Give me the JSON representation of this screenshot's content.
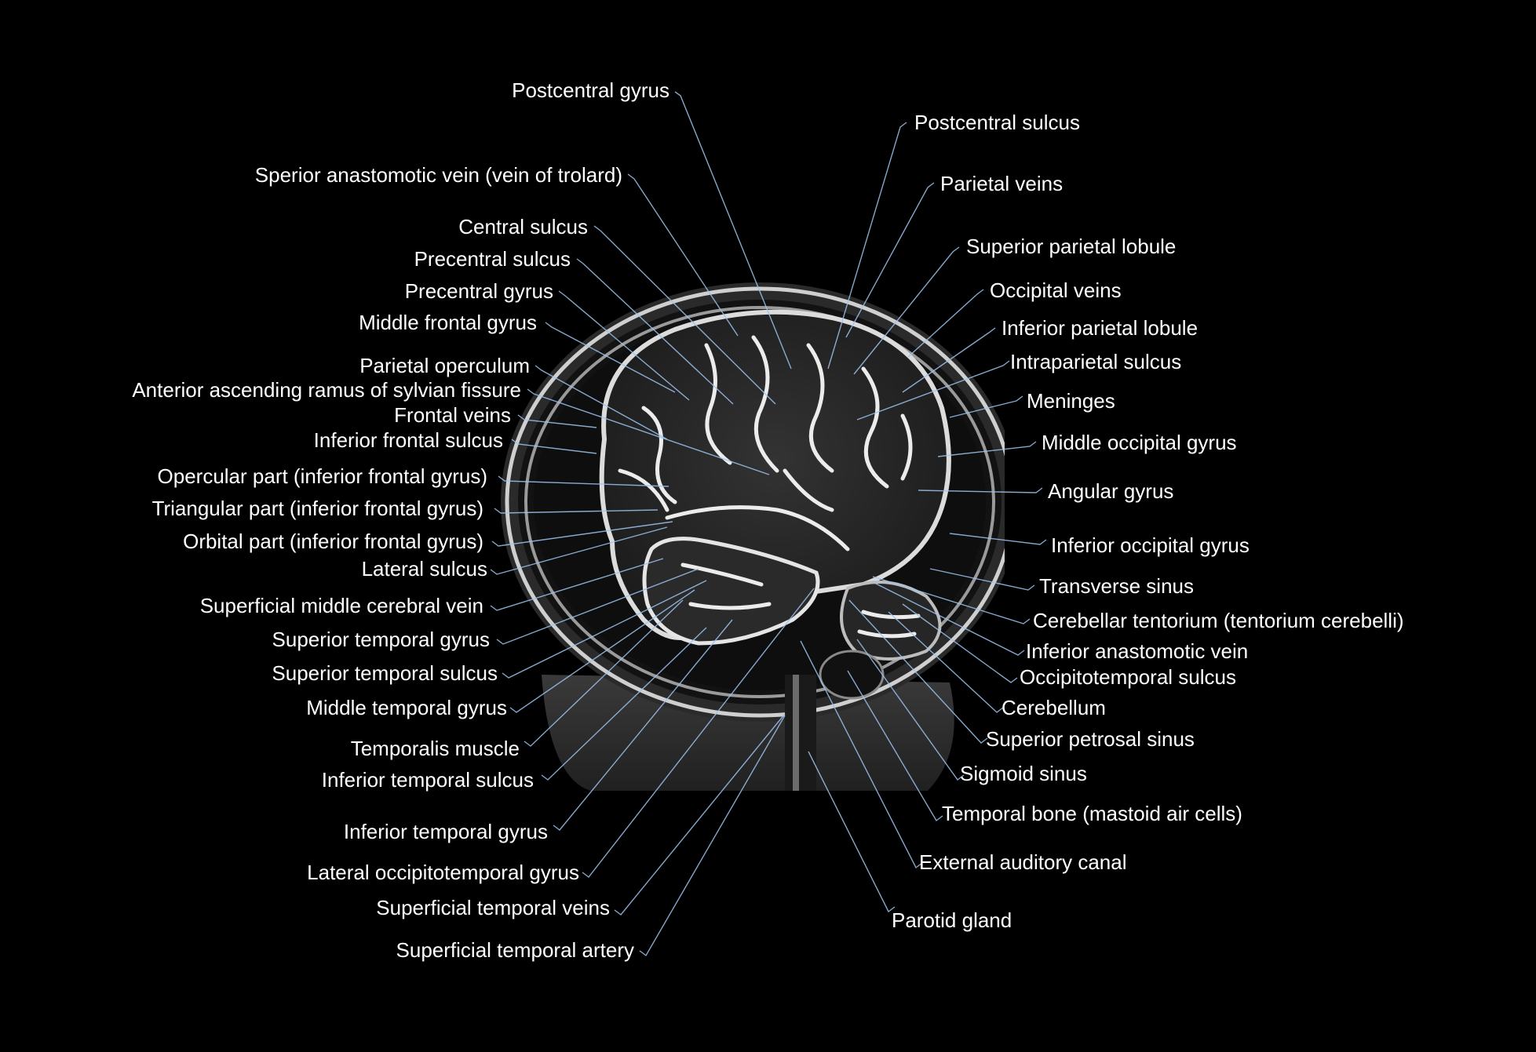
{
  "labels_left": [
    "Postcentral gyrus",
    "Sperior anastomotic vein (vein of trolard)",
    "Central sulcus",
    "Precentral sulcus",
    "Precentral gyrus",
    "Middle frontal gyrus",
    "Parietal operculum",
    "Anterior ascending ramus of sylvian fissure",
    "Frontal veins",
    "Inferior frontal sulcus",
    "Opercular part (inferior frontal gyrus)",
    "Triangular part (inferior frontal gyrus)",
    "Orbital part (inferior frontal gyrus)",
    "Lateral sulcus",
    "Superficial middle cerebral vein",
    "Superior temporal gyrus",
    "Superior temporal sulcus",
    "Middle temporal gyrus",
    "Temporalis muscle",
    "Inferior temporal sulcus",
    "Inferior temporal gyrus",
    "Lateral occipitotemporal gyrus",
    "Superficial temporal veins",
    "Superficial temporal artery"
  ],
  "labels_right": [
    "Postcentral sulcus",
    "Parietal veins",
    "Superior parietal lobule",
    "Occipital veins",
    "Inferior parietal lobule",
    "Intraparietal sulcus",
    "Meninges",
    "Middle occipital gyrus",
    "Angular gyrus",
    "Inferior occipital gyrus",
    "Transverse sinus",
    "Cerebellar tentorium (tentorium cerebelli)",
    "Inferior anastomotic vein",
    "Occipitotemporal sulcus",
    "Cerebellum",
    "Superior petrosal sinus",
    "Sigmoid sinus",
    "Temporal bone (mastoid air cells)",
    "External auditory canal",
    "Parotid gland"
  ],
  "colors": {
    "background": "#000000",
    "label_text": "#ffffff",
    "leader_line": "#9ec3ef"
  }
}
